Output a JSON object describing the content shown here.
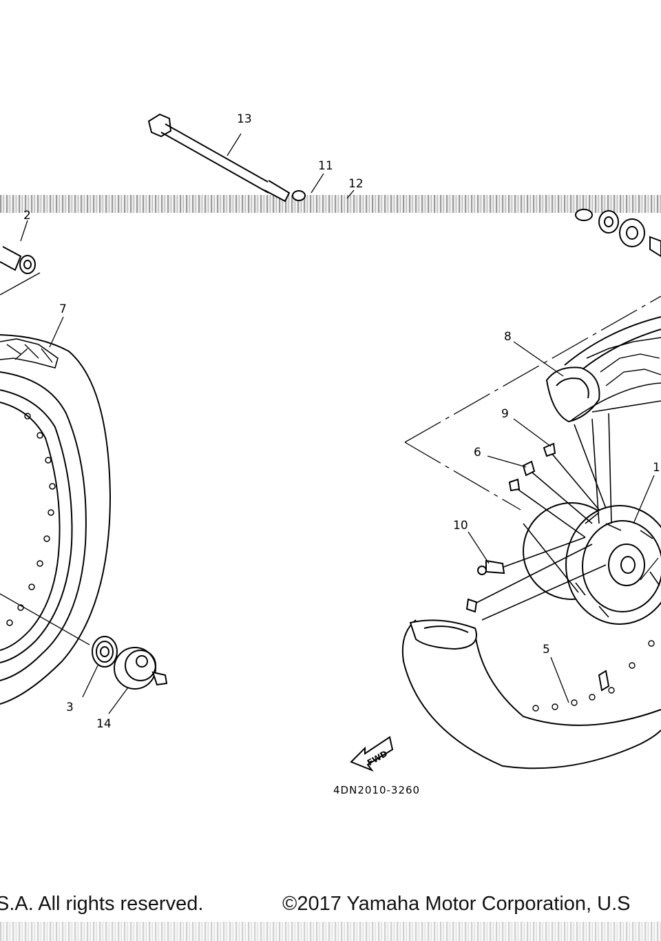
{
  "diagram": {
    "callouts": {
      "c1": "1",
      "c2": "2",
      "c3": "3",
      "c5": "5",
      "c6": "6",
      "c7": "7",
      "c8": "8",
      "c9": "9",
      "c10": "10",
      "c11": "11",
      "c12": "12",
      "c13": "13",
      "c14": "14"
    },
    "fwd_label": "FWD",
    "drawing_code": "4DN2010-3260"
  },
  "footer": {
    "left_text": "S.A. All rights reserved.",
    "right_text": "©2017 Yamaha Motor Corporation, U.S"
  }
}
